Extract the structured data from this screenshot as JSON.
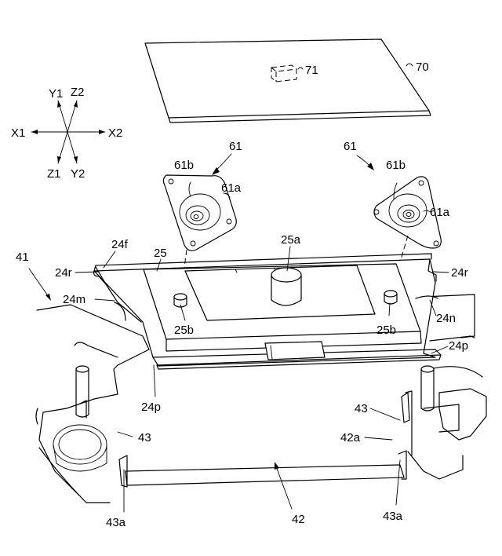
{
  "axes": {
    "y1": "Y1",
    "z2": "Z2",
    "x1": "X1",
    "x2": "X2",
    "z1": "Z1",
    "y2": "Y2"
  },
  "labels": {
    "l70": "70",
    "l71": "71",
    "l61_left": "61",
    "l61_right": "61",
    "l61b_left": "61b",
    "l61a_left": "61a",
    "l61b_right": "61b",
    "l61a_right": "61a",
    "l41": "41",
    "l24f": "24f",
    "l25": "25",
    "l25a": "25a",
    "l24r_left": "24r",
    "l24r_right": "24r",
    "l24m": "24m",
    "l24n": "24n",
    "l25b_left": "25b",
    "l25b_right": "25b",
    "l24p_left": "24p",
    "l24p_right": "24p",
    "l43_left": "43",
    "l43_right": "43",
    "l42a": "42a",
    "l42": "42",
    "l43a_left": "43a",
    "l43a_right": "43a"
  }
}
